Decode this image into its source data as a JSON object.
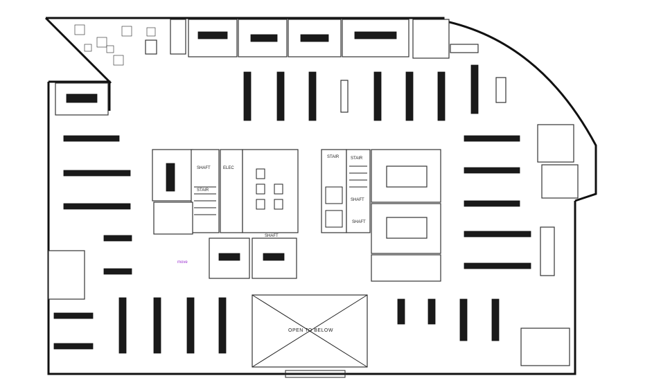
{
  "plan": {
    "labels": {
      "shaft_1": "SHAFT",
      "elec": "ELEC",
      "stair_left": "STAIR",
      "shaft_2": "SHAFT",
      "stair_right": "STAIR",
      "shaft_3": "SHAFT",
      "stair_right_2": "STAIR",
      "shaft_4": "SHAFT",
      "open_to_below": "OPEN TO BELOW",
      "move": "move"
    },
    "colors": {
      "wall": "#111111",
      "furniture": "#1a1a1a",
      "accent": "#9b2fd0",
      "background": "#ffffff"
    }
  }
}
